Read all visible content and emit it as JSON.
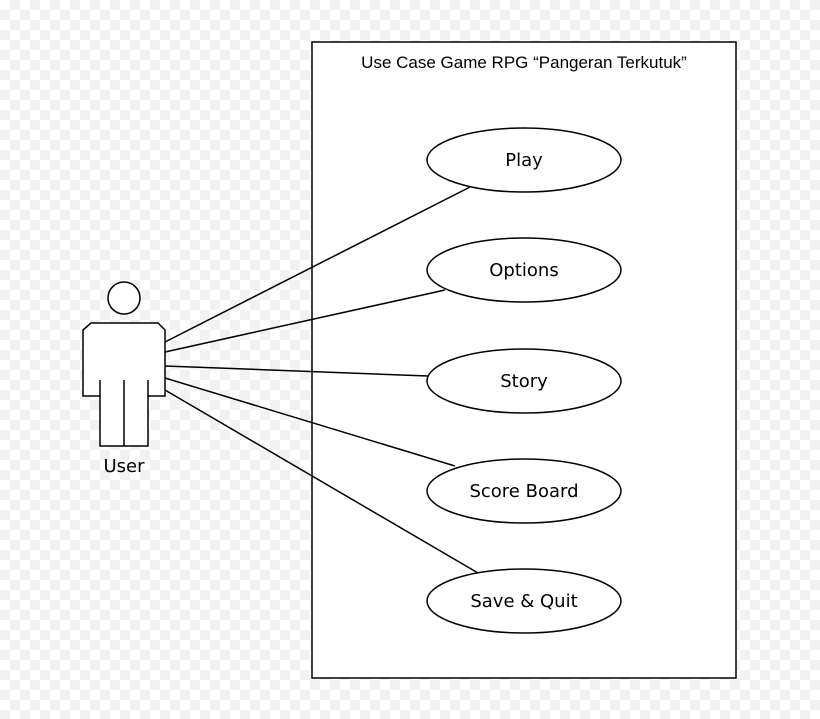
{
  "system": {
    "title": "Use Case Game RPG “Pangeran Terkutuk”"
  },
  "actor": {
    "name": "User"
  },
  "use_cases": [
    {
      "label": "Play"
    },
    {
      "label": "Options"
    },
    {
      "label": "Story"
    },
    {
      "label": "Score Board"
    },
    {
      "label": "Save & Quit"
    }
  ],
  "colors": {
    "stroke": "#000000",
    "fill": "#ffffff"
  }
}
